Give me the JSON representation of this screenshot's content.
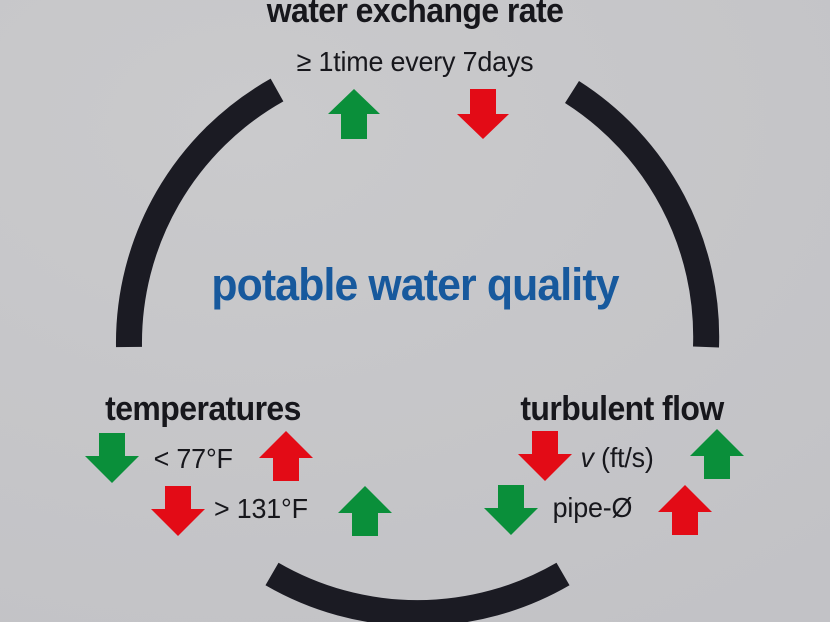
{
  "diagram": {
    "type": "cycle-diagram",
    "center_title": "potable water quality",
    "background_color": "#c6c6c9",
    "arc_color": "#1b1b23",
    "center_title_color": "#17599d",
    "up_arrow_color_good": "#0a8f3a",
    "down_arrow_color_bad": "#e30b16"
  },
  "top_factor": {
    "heading": "water exchange rate",
    "condition": "≥ 1time every 7days",
    "arrows": [
      {
        "icon": "arrow-up-icon",
        "color": "#0a8f3a",
        "direction": "up"
      },
      {
        "icon": "arrow-down-icon",
        "color": "#e30b16",
        "direction": "down"
      }
    ]
  },
  "left_factor": {
    "heading": "temperatures",
    "rows": [
      {
        "label": "< 77°F",
        "left_arrow": {
          "icon": "arrow-down-icon",
          "color": "#0a8f3a",
          "direction": "down"
        },
        "right_arrow": {
          "icon": "arrow-up-icon",
          "color": "#e30b16",
          "direction": "up"
        }
      },
      {
        "label": "> 131°F",
        "left_arrow": {
          "icon": "arrow-down-icon",
          "color": "#e30b16",
          "direction": "down"
        },
        "right_arrow": {
          "icon": "arrow-up-icon",
          "color": "#0a8f3a",
          "direction": "up"
        }
      }
    ]
  },
  "right_factor": {
    "heading": "turbulent flow",
    "rows": [
      {
        "label_italic": "v",
        "label_rest": " (ft/s)",
        "left_arrow": {
          "icon": "arrow-down-icon",
          "color": "#e30b16",
          "direction": "down"
        },
        "right_arrow": {
          "icon": "arrow-up-icon",
          "color": "#0a8f3a",
          "direction": "up"
        }
      },
      {
        "label_italic": "",
        "label_rest": "pipe-Ø",
        "left_arrow": {
          "icon": "arrow-down-icon",
          "color": "#0a8f3a",
          "direction": "down"
        },
        "right_arrow": {
          "icon": "arrow-up-icon",
          "color": "#e30b16",
          "direction": "up"
        }
      }
    ]
  }
}
